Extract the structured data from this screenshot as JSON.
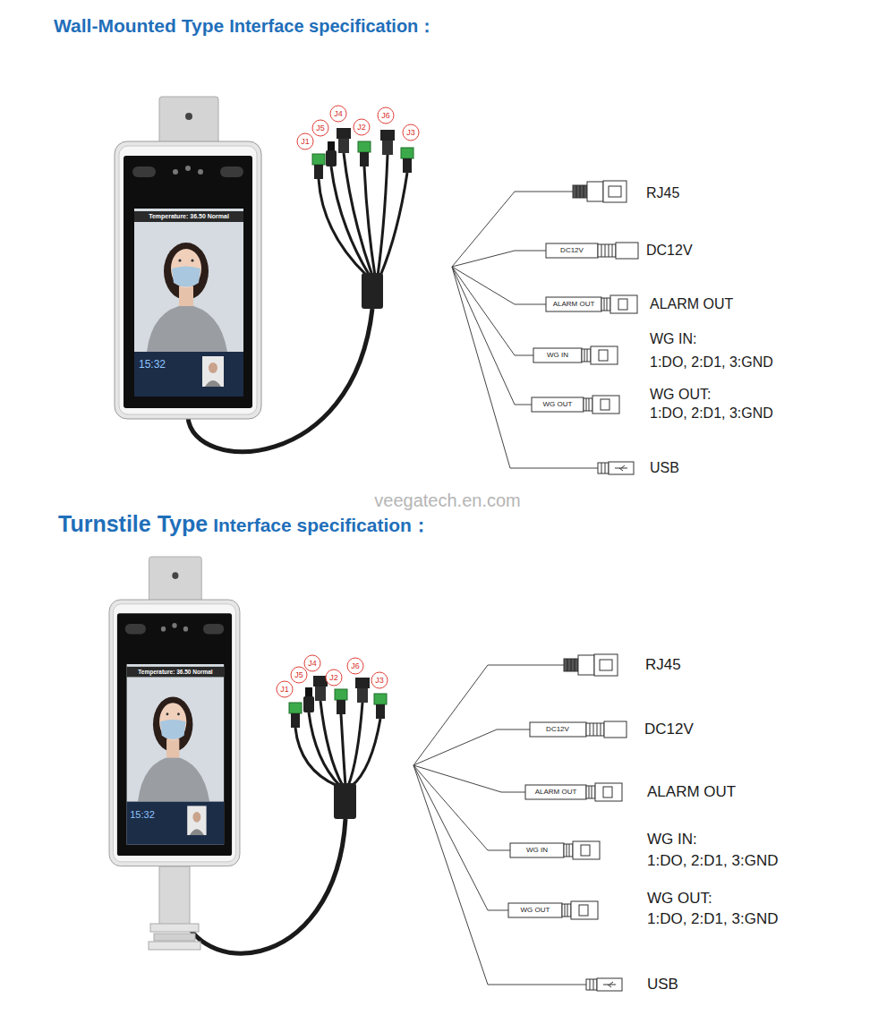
{
  "diagram": {
    "labels": [
      "Wall-Mounted Type",
      "Interface specification：",
      "Temperature: 36.50 Normal",
      "15:32",
      "J1",
      "J5",
      "J4",
      "J2",
      "J6",
      "J3",
      "RJ45",
      "DC12V",
      "DC12V",
      "ALARM OUT",
      "ALARM OUT",
      "WG IN",
      "WG IN:",
      "1:DO, 2:D1, 3:GND",
      "WG OUT",
      "WG OUT:",
      "1:DO, 2:D1, 3:GND",
      "USB",
      "veegatech.en.com",
      "Turnstile Type",
      "Interface specification：",
      "Temperature: 36.50 Normal",
      "15:32",
      "J1",
      "J5",
      "J4",
      "J2",
      "J6",
      "J3",
      "RJ45",
      "DC12V",
      "DC12V",
      "ALARM OUT",
      "ALARM OUT",
      "WG IN",
      "WG IN:",
      "1:DO, 2:D1, 3:GND",
      "WG OUT",
      "WG OUT:",
      "1:DO, 2:D1, 3:GND",
      "USB"
    ]
  }
}
